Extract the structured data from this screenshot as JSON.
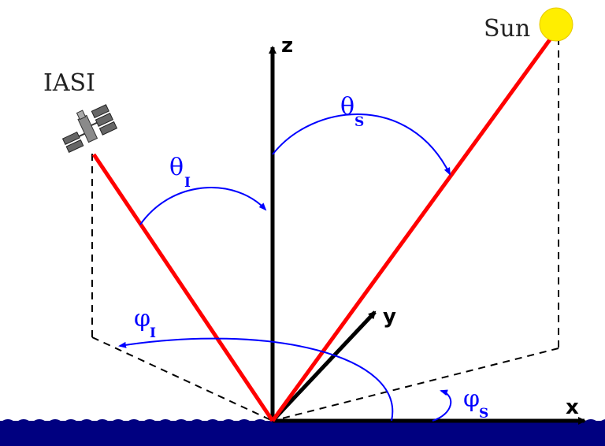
{
  "labels": {
    "satellite": "IASI",
    "sun": "Sun",
    "z_axis": "z",
    "y_axis": "y",
    "x_axis": "x",
    "theta_s": "θ",
    "theta_s_sub": "S",
    "theta_i": "θ",
    "theta_i_sub": "I",
    "phi_i": "φ",
    "phi_i_sub": "I",
    "phi_s": "φ",
    "phi_s_sub": "S"
  },
  "colors": {
    "ray": "#ff0000",
    "angle_arc": "#0000ff",
    "axis": "#000000",
    "sea": "#000080",
    "sun": "#ffee00",
    "satellite_panel": "#555555"
  },
  "icons": {
    "satellite": "satellite-icon",
    "sun": "sun-icon",
    "sea": "sea-waves"
  }
}
